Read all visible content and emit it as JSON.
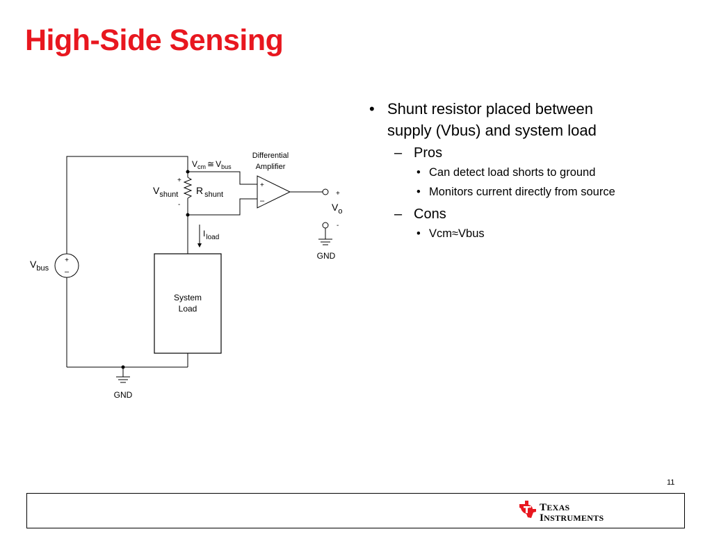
{
  "slide": {
    "title": "High-Side Sensing",
    "page_number": "11"
  },
  "diagram": {
    "vcm_label": "V",
    "vcm_sub": "cm",
    "approx_symbol": "≅",
    "vbus_top_label": "V",
    "vbus_top_sub": "bus",
    "amp_label_line1": "Differential",
    "amp_label_line2": "Amplifier",
    "amp_plus": "+",
    "amp_minus": "–",
    "shunt_plus": "+",
    "shunt_minus": "-",
    "vshunt_label": "V",
    "vshunt_sub": "shunt",
    "rshunt_label": "R",
    "rshunt_sub": "shunt",
    "iload_label": "I",
    "iload_sub": "load",
    "out_plus": "+",
    "out_minus": "-",
    "vo_label": "V",
    "vo_sub": "o",
    "gnd_right": "GND",
    "vbus_label": "V",
    "vbus_sub": "bus",
    "source_plus": "+",
    "source_minus": "–",
    "load_line1": "System",
    "load_line2": "Load",
    "gnd_bottom": "GND"
  },
  "bullets": {
    "main_marker": "•",
    "main_line1": "Shunt resistor placed between",
    "main_line2": "supply (Vbus) and system load",
    "dash": "–",
    "pros_label": "Pros",
    "sub_marker": "•",
    "pros_items": [
      "Can detect load shorts to ground",
      "Monitors current directly from source"
    ],
    "cons_label": "Cons",
    "cons_items": [
      "Vcm≈Vbus"
    ]
  },
  "logo": {
    "line1_cap": "T",
    "line1_rest": "EXAS",
    "line2_cap": "I",
    "line2_rest": "NSTRUMENTS",
    "color": "#e8171f"
  },
  "colors": {
    "title": "#e8171f"
  }
}
